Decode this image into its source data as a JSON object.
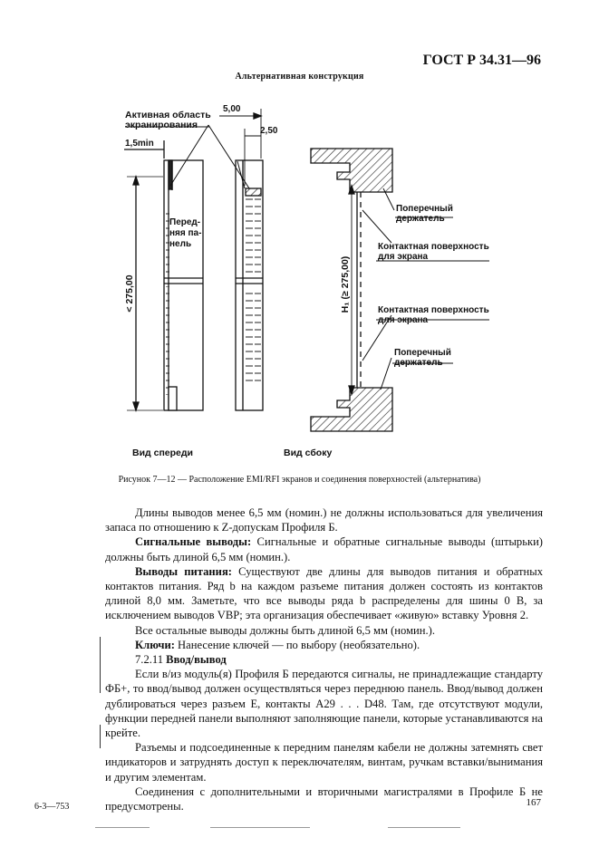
{
  "header": {
    "standard": "ГОСТ Р 34.31—96",
    "subtitle": "Альтернативная конструкция"
  },
  "figure": {
    "labels": {
      "active_area_line1": "Активная область",
      "active_area_line2": "экранирования",
      "dim_5": "5,00",
      "dim_2_5": "2,50",
      "dim_1_5": "1,5min",
      "panel_line1": "Перед-",
      "panel_line2": "няя па-",
      "panel_line3": "нель",
      "dim_275": "< 275,00",
      "dim_h1": "H₁ (≥ 275,00)",
      "cross_holder_top_1": "Поперечный",
      "cross_holder_top_2": "держатель",
      "contact_surface_1a": "Контактная поверхность",
      "contact_surface_1b": "для экрана",
      "contact_surface_2a": "Контактная поверхность",
      "contact_surface_2b": "для экрана",
      "cross_holder_bottom_1": "Поперечный",
      "cross_holder_bottom_2": "держатель",
      "front_view": "Вид спереди",
      "side_view": "Вид сбоку"
    },
    "caption": "Рисунок 7—12 — Расположение EMI/RFI экранов и соединения поверхностей (альтернатива)"
  },
  "body": {
    "p1": "Длины выводов менее 6,5 мм (номин.) не должны использоваться для увеличения запаса по отношению к Z-допускам Профиля Б.",
    "p2_bold": "Сигнальные выводы:",
    "p2_text": " Сигнальные и обратные сигнальные выводы (штырьки) должны быть длиной 6,5 мм (номин.).",
    "p3_bold": "Выводы питания:",
    "p3_text": " Существуют две длины для выводов питания и обратных контактов питания. Ряд b на каждом разъеме питания должен состоять из контактов длиной 8,0 мм. Заметьте, что все выводы ряда b распределены для шины 0 В, за исключением выводов VBP; эта организация обеспечивает «живую» вставку Уровня 2.",
    "p4": "Все остальные выводы должны быть длиной 6,5 мм (номин.).",
    "p5_bold": "Ключи:",
    "p5_text": " Нанесение ключей — по выбору (необязательно).",
    "p6_num": "7.2.11 ",
    "p6_bold": "Ввод/вывод",
    "p7": "Если в/из модуль(я) Профиля Б передаются сигналы, не принадлежащие стандарту ФБ+, то ввод/вывод должен осуществляться через переднюю панель. Ввод/вывод должен дублироваться через разъем Е, контакты А29 . . . D48. Там, где отсутствуют модули, функции передней панели выполняют заполняющие панели, которые устанавливаются на крейте.",
    "p8": "Разъемы и подсоединенные к передним панелям кабели не должны затемнять свет индикаторов и затруднять доступ к переключателям, винтам, ручкам вставки/вынимания и другим элементам.",
    "p9": "Соединения с дополнительными и вторичными магистралями в Профиле Б не предусмотрены."
  },
  "footer": {
    "left": "6-3—753",
    "page": "167"
  }
}
